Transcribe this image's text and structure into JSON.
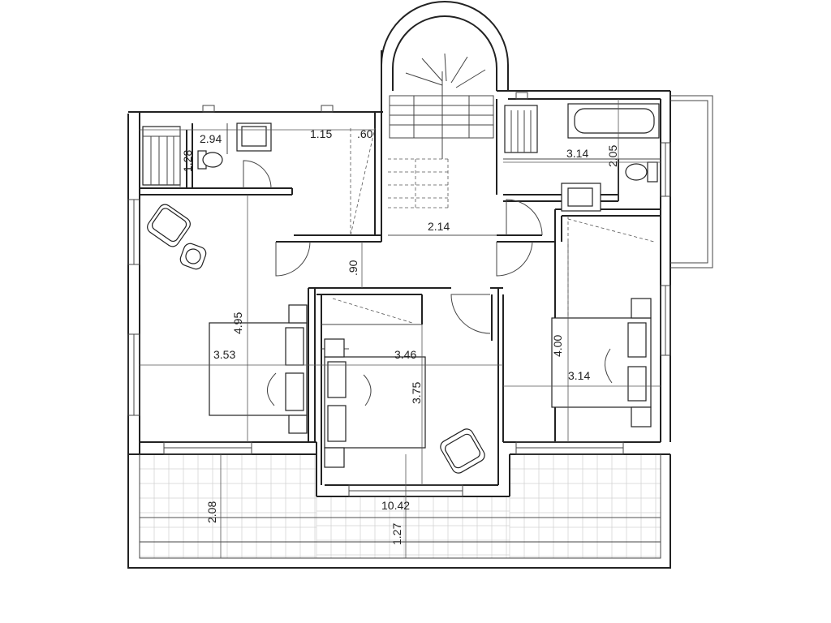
{
  "dimensions": {
    "wc_width": "2.94",
    "wc_depth": "1.28",
    "hall_upper": "1.15",
    "hall_small": ".60",
    "bath_width": "3.14",
    "bath_depth": "2.05",
    "landing_width": "2.14",
    "corridor_width": ".90",
    "bed_left_depth": "4.95",
    "bed_left_width": "3.53",
    "bed_mid_width": "3.46",
    "bed_mid_depth": "3.75",
    "bed_right_depth": "4.00",
    "bed_right_width": "3.14",
    "terrace_depth": "2.08",
    "terrace_width": "10.42",
    "terrace_inner": "1.27"
  }
}
